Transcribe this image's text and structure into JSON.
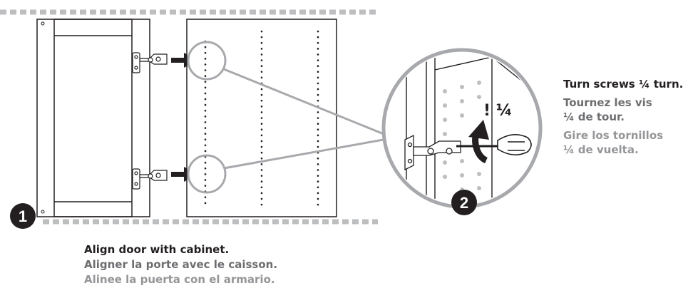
{
  "step1": {
    "number": "1",
    "caption_en": "Align door with cabinet.",
    "caption_fr": "Aligner la porte avec le caisson.",
    "caption_es": "Alinee la puerta con el armario."
  },
  "step2": {
    "number": "2",
    "callout": "! ¼",
    "caption_en": "Turn screws ¼ turn.",
    "caption_fr_line1": "Tournez les vis",
    "caption_fr_line2": "¼ de tour.",
    "caption_es_line1": "Gire los tornillos",
    "caption_es_line2": "¼ de vuelta."
  },
  "colors": {
    "line_art": "#231f20",
    "french_text": "#6d6e71",
    "spanish_text": "#939598",
    "dashed_border": "#bcbec0",
    "leader_lines": "#a7a9ac",
    "badge_fill": "#231f20"
  },
  "icons": [
    "hinge-icon",
    "arrow-right-icon",
    "screwdriver-icon",
    "rotate-arrow-icon",
    "magnifier-circle"
  ]
}
